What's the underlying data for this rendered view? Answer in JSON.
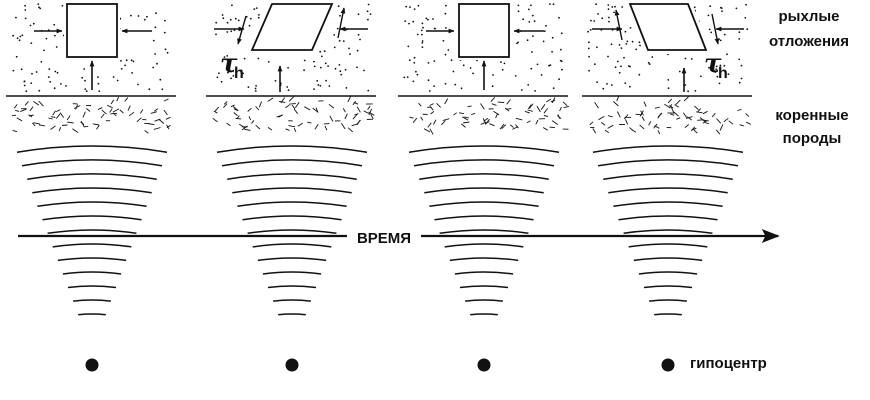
{
  "labels": {
    "loose_sediments": [
      "рыхлые",
      "отложения"
    ],
    "bedrock": [
      "коренные",
      "породы"
    ],
    "time": "ВРЕМЯ",
    "hypocenter": "гипоцентр",
    "shear_symbol": "τ",
    "shear_subscript": "h"
  },
  "panels": [
    {
      "state": "compressed"
    },
    {
      "state": "sheared"
    },
    {
      "state": "compressed"
    },
    {
      "state": "sheared"
    }
  ],
  "colors": {
    "ink": "#111111",
    "background": "#ffffff"
  }
}
